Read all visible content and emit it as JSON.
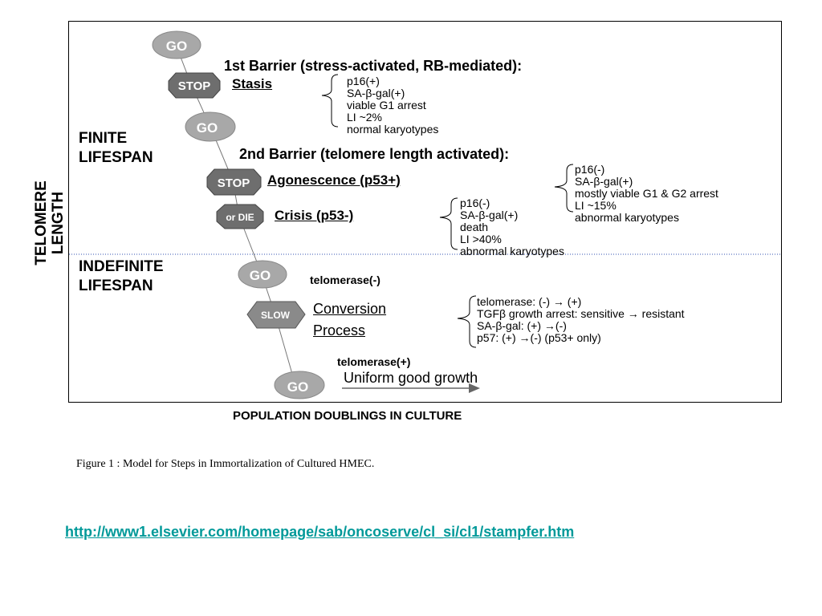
{
  "axis": {
    "y_label_line1": "TELOMERE",
    "y_label_line2": "LENGTH",
    "x_label": "POPULATION DOUBLINGS IN CULTURE"
  },
  "regions": {
    "finite_line1": "FINITE",
    "finite_line2": "LIFESPAN",
    "indefinite_line1": "INDEFINITE",
    "indefinite_line2": "LIFESPAN"
  },
  "signs": {
    "go1": "GO",
    "stop1": "STOP",
    "go2": "GO",
    "stop2": "STOP",
    "ordie": "or DIE",
    "go3": "GO",
    "slow": "SLOW",
    "go4": "GO"
  },
  "barrier1": {
    "title": "1st Barrier (stress-activated, RB-mediated):",
    "name": "Stasis",
    "details": [
      "p16(+)",
      "SA-β-gal(+)",
      "viable G1 arrest",
      "LI ~2%",
      "normal karyotypes"
    ]
  },
  "barrier2": {
    "title": "2nd Barrier (telomere length activated):",
    "agonescence": "Agonescence (p53+)",
    "agonescence_details": [
      "p16(-)",
      "SA-β-gal(+)",
      "mostly viable G1 & G2 arrest",
      "LI ~15%",
      "abnormal karyotypes"
    ],
    "crisis": "Crisis (p53-)",
    "crisis_details": [
      "p16(-)",
      "SA-β-gal(+)",
      "death",
      "LI >40%",
      "abnormal karyotypes"
    ]
  },
  "conversion": {
    "telomerase_before": "telomerase(-)",
    "name_line1": "Conversion",
    "name_line2": "Process",
    "details": [
      "telomerase: (-) → (+)",
      "TGFβ growth arrest: sensitive → resistant",
      "SA-β-gal: (+) →(-)",
      "p57: (+) →(-)  (p53+ only)"
    ],
    "telomerase_after": "telomerase(+)",
    "uniform": "Uniform good growth"
  },
  "caption": "Figure 1 : Model for Steps in Immortalization of Cultured  HMEC.",
  "link": "http://www1.elsevier.com/homepage/sab/oncoserve/cl_si/cl1/stampfer.htm",
  "colors": {
    "sign_fill": "#9a9a9a",
    "sign_dark": "#6e6e6e",
    "divider": "#3050b0",
    "link": "#009999"
  }
}
